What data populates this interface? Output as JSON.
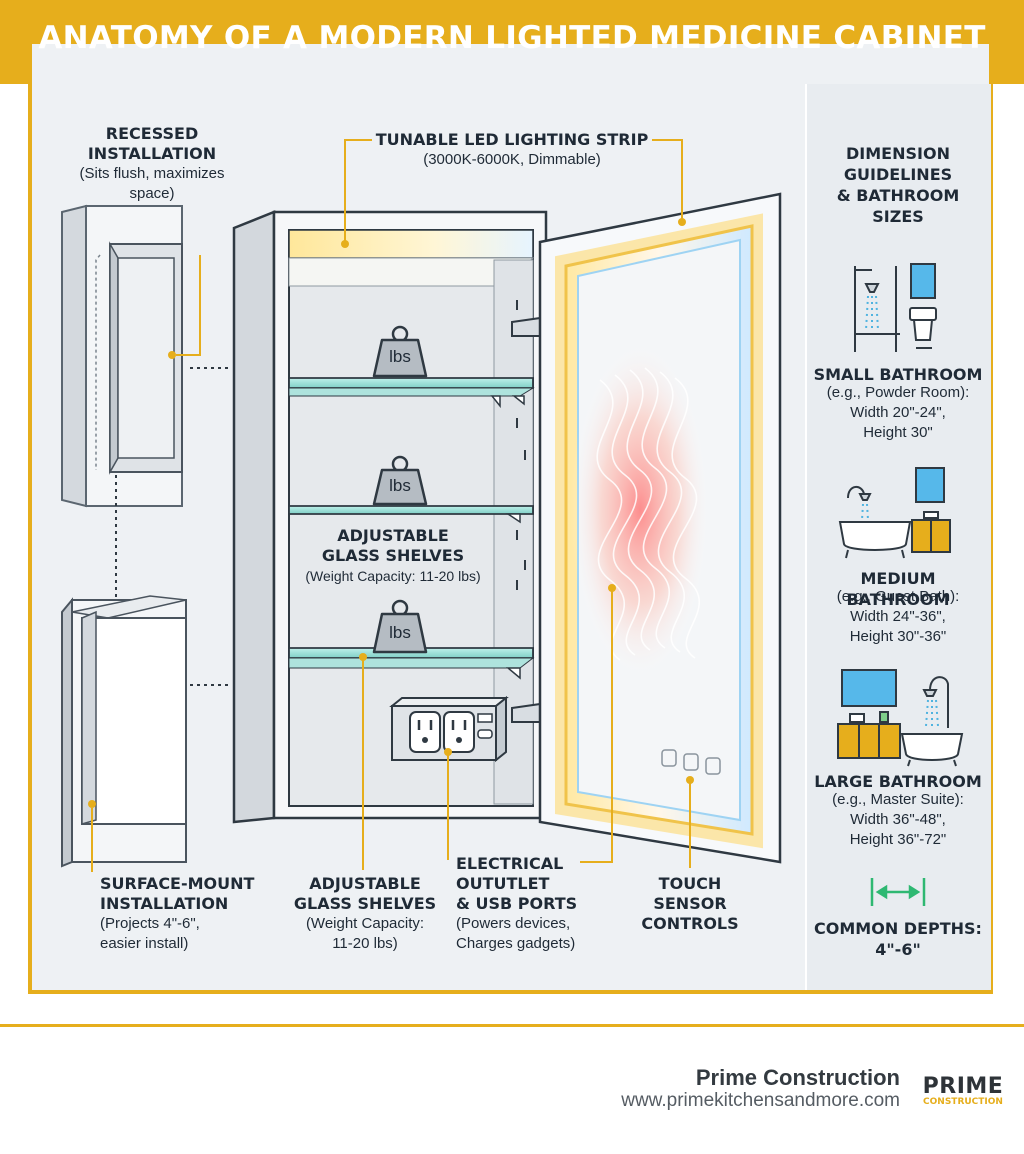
{
  "title": "ANATOMY OF A MODERN LIGHTED MEDICINE CABINET",
  "colors": {
    "accent": "#e6ae1c",
    "text": "#1f2a36",
    "background": "#eef1f4"
  },
  "labels": {
    "recessed": {
      "heading": [
        "RECESSED",
        "INSTALLATION"
      ],
      "sub": [
        "(Sits flush, maximizes",
        "space)"
      ]
    },
    "led_strip": {
      "heading": "TUNABLE LED LIGHTING STRIP",
      "sub": "(3000K-6000K, Dimmable)"
    },
    "shelves_center": {
      "heading": [
        "ADJUSTABLE",
        "GLASS SHELVES"
      ],
      "sub": "(Weight Capacity: 11-20 lbs)"
    },
    "surface_mount": {
      "heading": [
        "SURFACE-MOUNT",
        "INSTALLATION"
      ],
      "sub": [
        "(Projects 4\"-6\",",
        "easier install)"
      ]
    },
    "shelves_bottom": {
      "heading": [
        "ADJUSTABLE",
        "GLASS SHELVES"
      ],
      "sub": [
        "(Weight Capacity:",
        "11-20 lbs)"
      ]
    },
    "electrical": {
      "heading": [
        "ELECTRICAL",
        "OUTUTLET",
        "& USB PORTS"
      ],
      "sub": [
        "(Powers devices,",
        "Charges gadgets)"
      ]
    },
    "touch": {
      "heading": [
        "TOUCH",
        "SENSOR",
        "CONTROLS"
      ]
    }
  },
  "weight_tag": "lbs",
  "sidebar": {
    "heading": [
      "DIMENSION",
      "GUIDELINES",
      "& BATHROOM",
      "SIZES"
    ],
    "small": {
      "heading": "SMALL BATHROOM",
      "lines": [
        "(e.g., Powder Room):",
        "Width 20\"-24\",",
        "Height 30\""
      ]
    },
    "medium": {
      "heading": "MEDIUM BATHROOM",
      "lines": [
        "(e.g., Guest Bath):",
        "Width 24\"-36\",",
        "Height 30\"-36\""
      ]
    },
    "large": {
      "heading": "LARGE BATHROOM",
      "lines": [
        "(e.g., Master Suite):",
        "Width 36\"-48\",",
        "Height 36\"-72\""
      ]
    },
    "depths": {
      "heading": "COMMON DEPTHS:",
      "value": "4\"-6\""
    }
  },
  "footer": {
    "company": "Prime Construction",
    "url": "www.primekitchensandmore.com",
    "logo_main": "PRIME",
    "logo_sub": "CONSTRUCTION"
  }
}
